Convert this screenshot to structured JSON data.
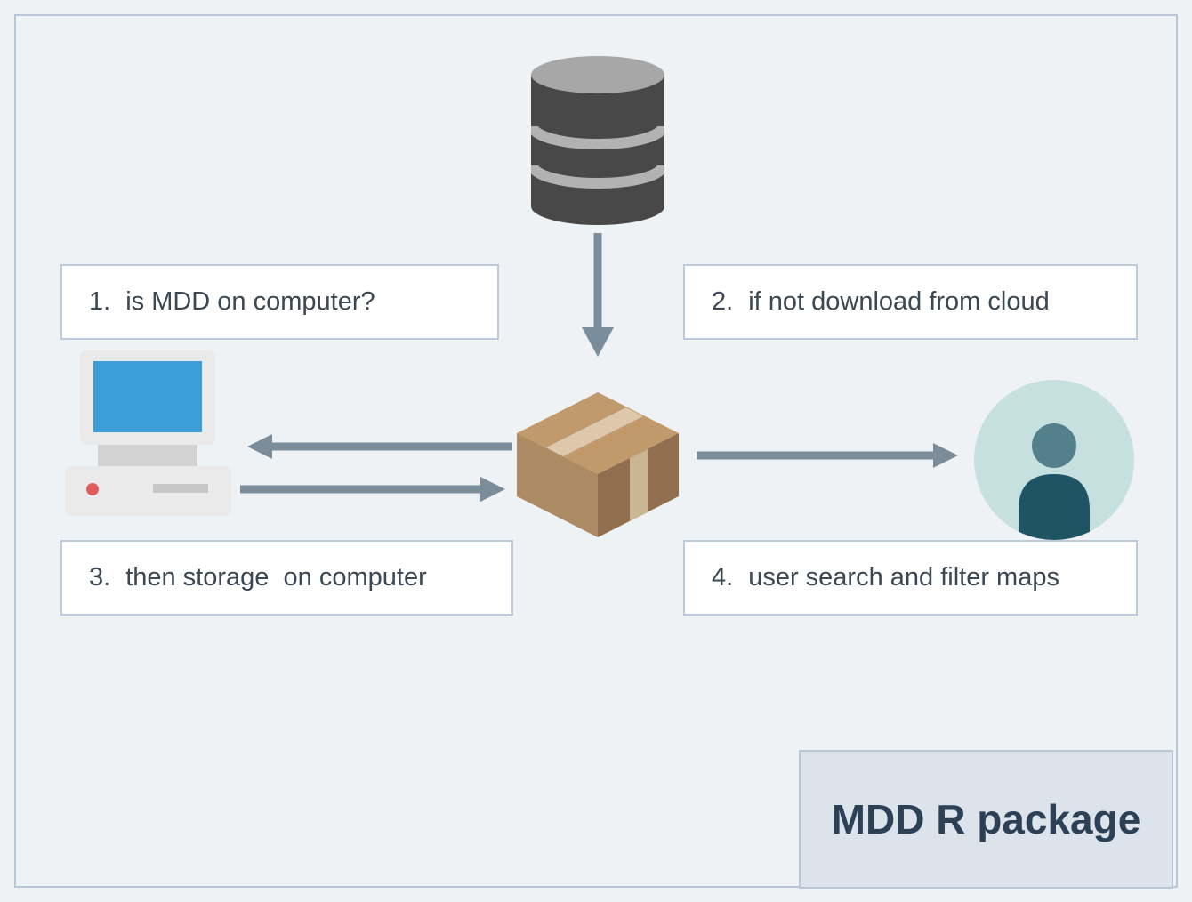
{
  "canvas": {
    "background": "#eef2f5",
    "border_color": "#b7c7d7"
  },
  "title_box": {
    "label": "MDD R package",
    "background": "#dce3ea",
    "text_color": "#2c4156"
  },
  "steps": [
    {
      "number": "1.",
      "text": "is MDD on computer?"
    },
    {
      "number": "2.",
      "text": "if not download from cloud"
    },
    {
      "number": "3.",
      "text": "then storage  on computer"
    },
    {
      "number": "4.",
      "text": "user search and filter maps"
    }
  ],
  "arrows": {
    "color": "#7b8d9b",
    "list": [
      {
        "name": "arrow-database-to-package",
        "direction": "down"
      },
      {
        "name": "arrow-package-to-computer",
        "direction": "left"
      },
      {
        "name": "arrow-computer-to-package",
        "direction": "right"
      },
      {
        "name": "arrow-package-to-user",
        "direction": "right"
      }
    ]
  },
  "icons": {
    "database": {
      "name": "database-icon",
      "body": "#484848",
      "top": "#a7a7a7",
      "band": "#b2b2b2"
    },
    "computer": {
      "name": "computer-icon",
      "body": "#eaeaea",
      "screen": "#3d9dd8",
      "stand": "#d2d2d2",
      "power_light": "#e25c5c",
      "slot": "#c6c6c6"
    },
    "package": {
      "name": "package-icon",
      "top": "#c19a6b",
      "left": "#ab8a64",
      "right": "#8f6f4e",
      "tape": "#dcc9ab",
      "tape_side": "#cbb693"
    },
    "user": {
      "name": "user-icon",
      "circle": "#c6dfdf",
      "head": "#54808c",
      "body": "#1f5465"
    }
  }
}
